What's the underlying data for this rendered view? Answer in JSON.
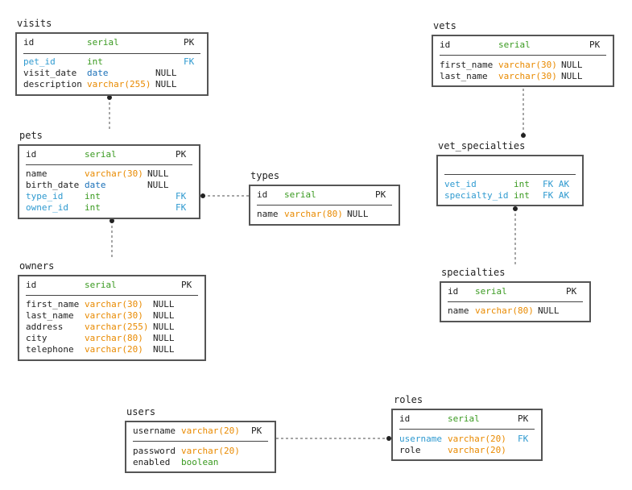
{
  "tables": {
    "visits": {
      "name": "visits",
      "pk": {
        "col": "id",
        "type": "serial",
        "key": "PK"
      },
      "rows": [
        {
          "col": "pet_id",
          "type": "int",
          "null": "",
          "key": "FK"
        },
        {
          "col": "visit_date",
          "type": "date",
          "null": "NULL",
          "key": ""
        },
        {
          "col": "description",
          "type": "varchar(255)",
          "null": "NULL",
          "key": ""
        }
      ]
    },
    "pets": {
      "name": "pets",
      "pk": {
        "col": "id",
        "type": "serial",
        "key": "PK"
      },
      "rows": [
        {
          "col": "name",
          "type": "varchar(30)",
          "null": "NULL",
          "key": ""
        },
        {
          "col": "birth_date",
          "type": "date",
          "null": "NULL",
          "key": ""
        },
        {
          "col": "type_id",
          "type": "int",
          "null": "",
          "key": "FK"
        },
        {
          "col": "owner_id",
          "type": "int",
          "null": "",
          "key": "FK"
        }
      ]
    },
    "types": {
      "name": "types",
      "pk": {
        "col": "id",
        "type": "serial",
        "key": "PK"
      },
      "rows": [
        {
          "col": "name",
          "type": "varchar(80)",
          "null": "NULL",
          "key": ""
        }
      ]
    },
    "owners": {
      "name": "owners",
      "pk": {
        "col": "id",
        "type": "serial",
        "key": "PK"
      },
      "rows": [
        {
          "col": "first_name",
          "type": "varchar(30)",
          "null": "NULL",
          "key": ""
        },
        {
          "col": "last_name",
          "type": "varchar(30)",
          "null": "NULL",
          "key": ""
        },
        {
          "col": "address",
          "type": "varchar(255)",
          "null": "NULL",
          "key": ""
        },
        {
          "col": "city",
          "type": "varchar(80)",
          "null": "NULL",
          "key": ""
        },
        {
          "col": "telephone",
          "type": "varchar(20)",
          "null": "NULL",
          "key": ""
        }
      ]
    },
    "vets": {
      "name": "vets",
      "pk": {
        "col": "id",
        "type": "serial",
        "key": "PK"
      },
      "rows": [
        {
          "col": "first_name",
          "type": "varchar(30)",
          "null": "NULL",
          "key": ""
        },
        {
          "col": "last_name",
          "type": "varchar(30)",
          "null": "NULL",
          "key": ""
        }
      ]
    },
    "vet_specialties": {
      "name": "vet_specialties",
      "rows": [
        {
          "col": "vet_id",
          "type": "int",
          "null": "",
          "key": "FK AK"
        },
        {
          "col": "specialty_id",
          "type": "int",
          "null": "",
          "key": "FK AK"
        }
      ]
    },
    "specialties": {
      "name": "specialties",
      "pk": {
        "col": "id",
        "type": "serial",
        "key": "PK"
      },
      "rows": [
        {
          "col": "name",
          "type": "varchar(80)",
          "null": "NULL",
          "key": ""
        }
      ]
    },
    "users": {
      "name": "users",
      "pk": {
        "col": "username",
        "type": "varchar(20)",
        "key": "PK"
      },
      "rows": [
        {
          "col": "password",
          "type": "varchar(20)",
          "null": "",
          "key": ""
        },
        {
          "col": "enabled",
          "type": "boolean",
          "null": "",
          "key": ""
        }
      ]
    },
    "roles": {
      "name": "roles",
      "pk": {
        "col": "id",
        "type": "serial",
        "key": "PK"
      },
      "rows": [
        {
          "col": "username",
          "type": "varchar(20)",
          "null": "",
          "key": "FK"
        },
        {
          "col": "role",
          "type": "varchar(20)",
          "null": "",
          "key": ""
        }
      ]
    }
  },
  "colors": {
    "serial": "#3a9a20",
    "varchar": "#e98a00",
    "date": "#1a70b8",
    "foreign_key": "#2f9ad0",
    "border": "#555555"
  }
}
